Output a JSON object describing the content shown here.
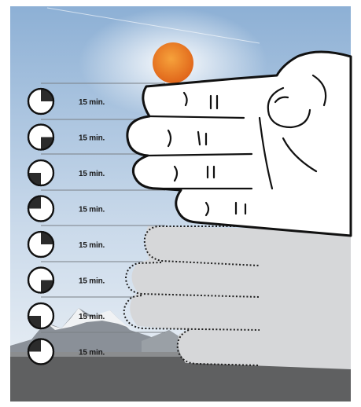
{
  "rows": [
    {
      "label": "15 min.",
      "fraction": 0.25
    },
    {
      "label": "15 min.",
      "fraction": 0.25
    },
    {
      "label": "15 min.",
      "fraction": 0.25
    },
    {
      "label": "15 min.",
      "fraction": 0.25
    },
    {
      "label": "15 min.",
      "fraction": 0.25
    },
    {
      "label": "15 min.",
      "fraction": 0.25
    },
    {
      "label": "15 min.",
      "fraction": 0.25
    },
    {
      "label": "15 min.",
      "fraction": 0.25
    }
  ],
  "colors": {
    "sky_top": "#8fb1d6",
    "sky_bottom": "#e9f0f6",
    "sun": "#e8761d",
    "ground": "#5f6061",
    "ghost_hand": "#d8d9da",
    "clock_fill": "#2b2b2b"
  }
}
